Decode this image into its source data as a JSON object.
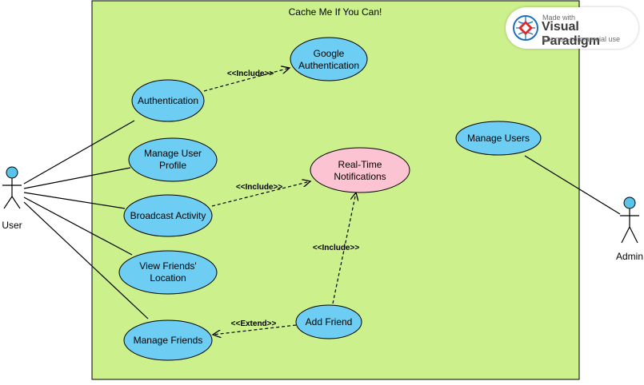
{
  "diagram": {
    "system_title": "Cache Me If You Can!",
    "actors": {
      "user": "User",
      "admin": "Admin"
    },
    "use_cases": {
      "authentication": [
        "Authentication"
      ],
      "google_auth": [
        "Google",
        "Authentication"
      ],
      "manage_profile": [
        "Manage User",
        "Profile"
      ],
      "notifications": [
        "Real-Time",
        "Notifications"
      ],
      "broadcast": [
        "Broadcast Activity"
      ],
      "view_location": [
        "View Friends'",
        "Location"
      ],
      "add_friend": [
        "Add Friend"
      ],
      "manage_friends": [
        "Manage Friends"
      ],
      "manage_users": [
        "Manage Users"
      ]
    },
    "relation_labels": {
      "include_auth": "<<Include>>",
      "include_broadcast": "<<Include>>",
      "include_add_friend": "<<Include>>",
      "extend_manage": "<<Extend>>"
    },
    "colors": {
      "boundary_fill": "#ccf08c",
      "use_case_fill": "#6dcdf2",
      "notification_fill": "#fcc4d3",
      "actor_head": "#5bc3ea"
    }
  },
  "watermark": {
    "line1": "Made with",
    "line2": "Visual Paradigm",
    "line3": "For non-commercial use"
  }
}
